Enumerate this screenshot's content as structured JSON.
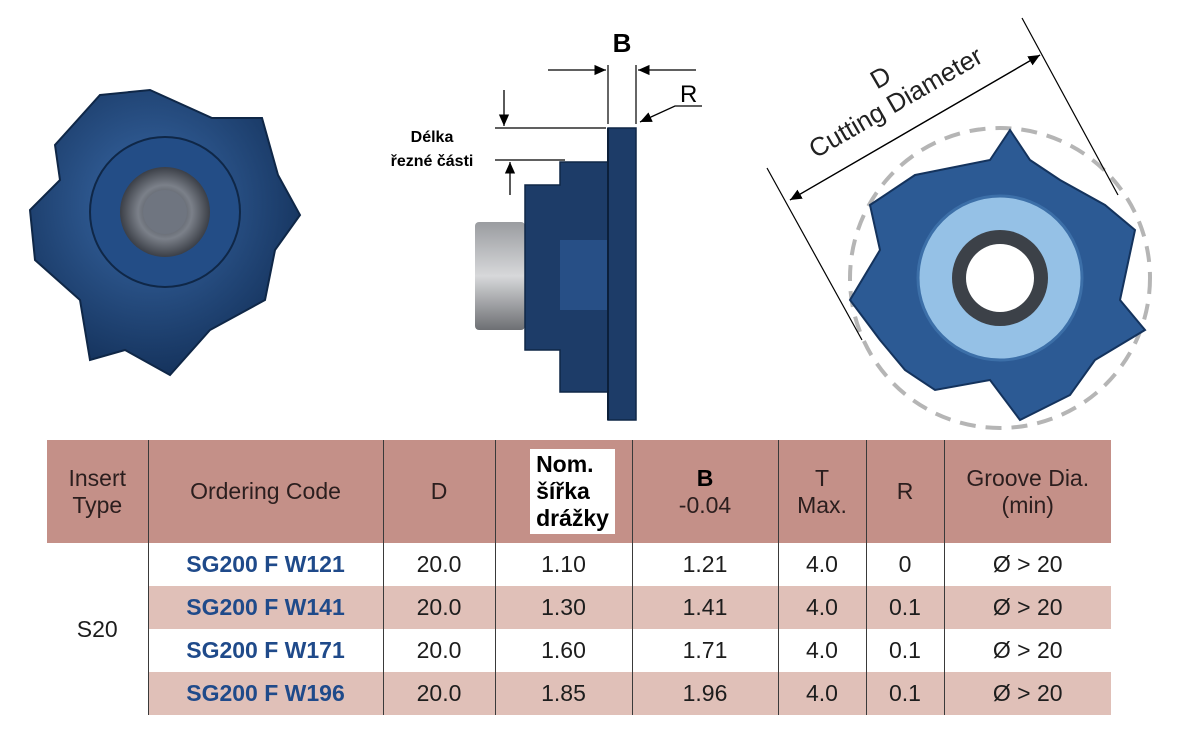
{
  "figure": {
    "label_b": "B",
    "label_r": "R",
    "label_delka_1": "Délka",
    "label_delka_2": "řezné části",
    "label_d": "D",
    "label_cutting": "Cutting Diameter"
  },
  "table": {
    "headers": {
      "insert_type_1": "Insert",
      "insert_type_2": "Type",
      "ordering_code": "Ordering Code",
      "d": "D",
      "nom_1": "Nom.",
      "nom_2": "šířka",
      "nom_3": "drážky",
      "b_1": "B",
      "b_2": "-0.04",
      "t_1": "T",
      "t_2": "Max.",
      "r": "R",
      "groove_1": "Groove Dia.",
      "groove_2": "(min)"
    },
    "insert_type": "S20",
    "rows": [
      {
        "code": "SG200 F W121",
        "d": "20.0",
        "nom": "1.10",
        "b": "1.21",
        "t": "4.0",
        "r": "0",
        "groove": "Ø > 20"
      },
      {
        "code": "SG200 F W141",
        "d": "20.0",
        "nom": "1.30",
        "b": "1.41",
        "t": "4.0",
        "r": "0.1",
        "groove": "Ø > 20"
      },
      {
        "code": "SG200 F W171",
        "d": "20.0",
        "nom": "1.60",
        "b": "1.71",
        "t": "4.0",
        "r": "0.1",
        "groove": "Ø > 20"
      },
      {
        "code": "SG200 F W196",
        "d": "20.0",
        "nom": "1.85",
        "b": "1.96",
        "t": "4.0",
        "r": "0.1",
        "groove": "Ø > 20"
      }
    ],
    "colors": {
      "header": "#c49088",
      "alt_row": "#e0c0b8",
      "code": "#1f4a8a",
      "cutter": "#1f3f6e"
    }
  }
}
